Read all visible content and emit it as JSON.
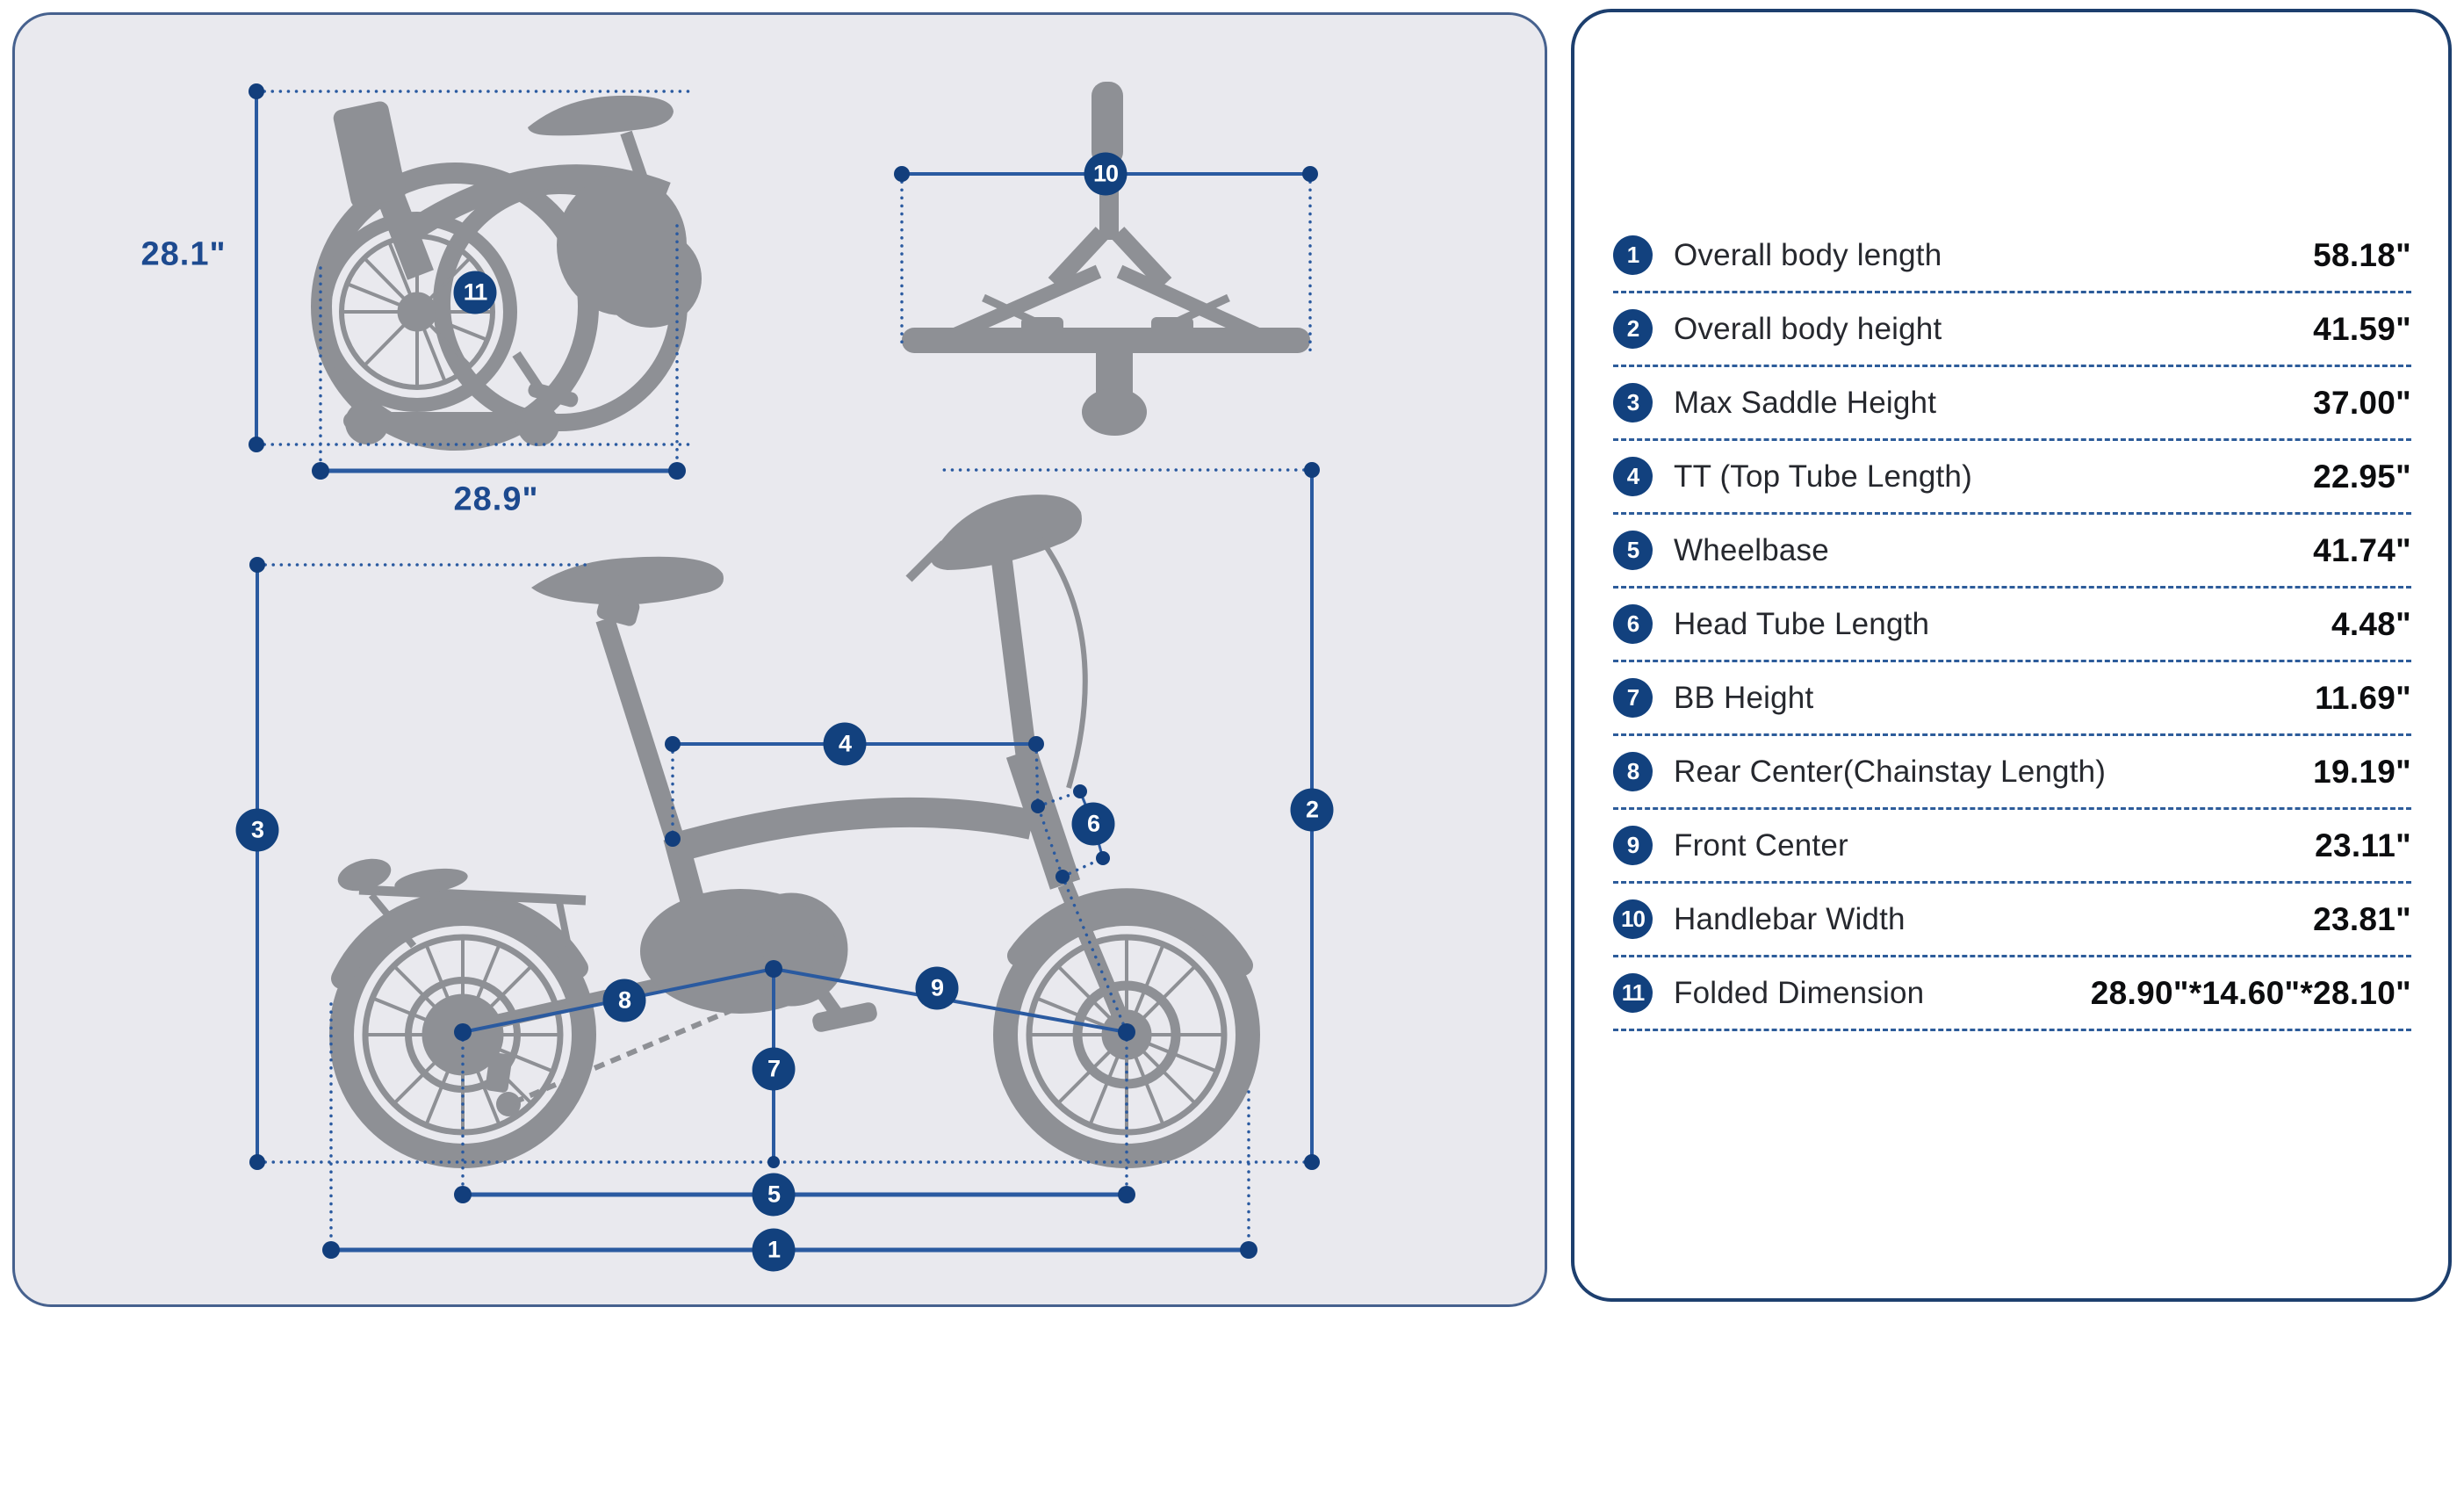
{
  "legend": {
    "rows": [
      {
        "num": "1",
        "label": "Overall body length",
        "value": "58.18\""
      },
      {
        "num": "2",
        "label": "Overall body height",
        "value": "41.59\""
      },
      {
        "num": "3",
        "label": "Max Saddle Height",
        "value": "37.00\""
      },
      {
        "num": "4",
        "label": "TT (Top Tube Length)",
        "value": "22.95\""
      },
      {
        "num": "5",
        "label": "Wheelbase",
        "value": "41.74\""
      },
      {
        "num": "6",
        "label": "Head Tube Length",
        "value": "4.48\""
      },
      {
        "num": "7",
        "label": "BB Height",
        "value": "11.69\""
      },
      {
        "num": "8",
        "label": "Rear Center(Chainstay Length)",
        "value": "19.19\""
      },
      {
        "num": "9",
        "label": "Front Center",
        "value": "23.11\""
      },
      {
        "num": "10",
        "label": "Handlebar Width",
        "value": "23.81\""
      },
      {
        "num": "11",
        "label": "Folded Dimension",
        "value": "28.90\"*14.60\"*28.10\""
      }
    ]
  },
  "diagram": {
    "folded_view": {
      "badge": "11",
      "height_label": "28.1\"",
      "width_label": "28.9\""
    },
    "top_view": {
      "badge": "10"
    },
    "side_view": {
      "badges": {
        "1": "1",
        "2": "2",
        "3": "3",
        "4": "4",
        "5": "5",
        "6": "6",
        "7": "7",
        "8": "8",
        "9": "9"
      }
    }
  },
  "colors": {
    "badge": "#12417e",
    "dimension_line": "#2a5aa0",
    "dashed_separator": "#2d5c9a",
    "silhouette": "#8e9095",
    "panel_background": "#e9e9ee",
    "label_blue": "#1d4a8f"
  }
}
